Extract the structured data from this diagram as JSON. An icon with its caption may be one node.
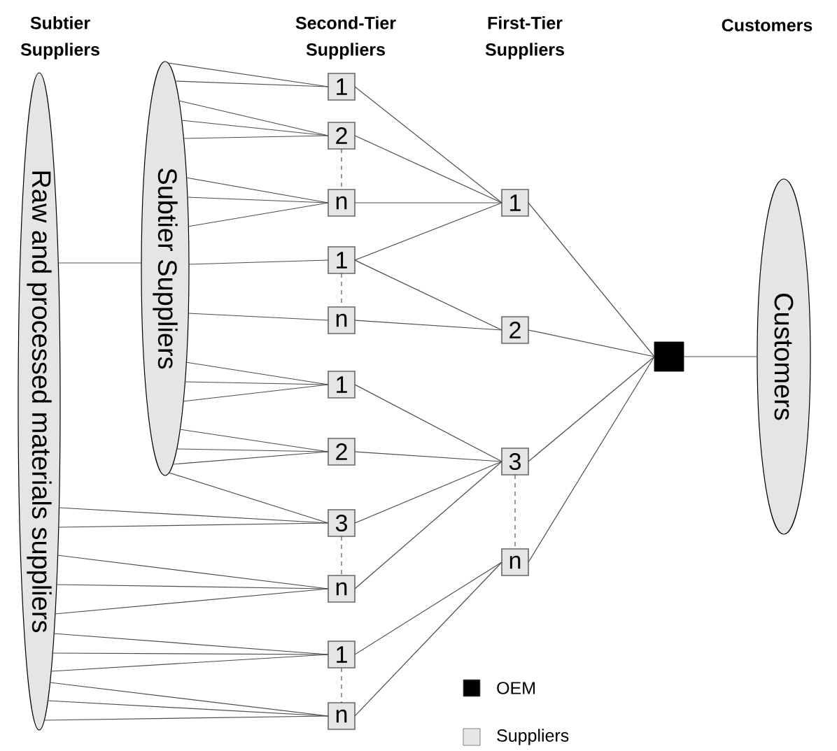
{
  "diagram": {
    "nodes": [
      {
        "text": [
          "Raw and processed materials suppliers"
        ]
      },
      {
        "text": [
          "Subtier Suppliers"
        ]
      },
      {
        "text": [
          "1"
        ]
      },
      {
        "text": [
          "2"
        ]
      },
      {
        "text": [
          "n"
        ]
      },
      {
        "text": [
          "1"
        ]
      },
      {
        "text": [
          "n"
        ]
      },
      {
        "text": [
          "1"
        ]
      },
      {
        "text": [
          "2"
        ]
      },
      {
        "text": [
          "3"
        ]
      },
      {
        "text": [
          "n"
        ]
      },
      {
        "text": [
          "1"
        ]
      },
      {
        "text": [
          "n"
        ]
      },
      {
        "text": [
          "1"
        ]
      },
      {
        "text": [
          "2"
        ]
      },
      {
        "text": [
          "3"
        ]
      },
      {
        "text": [
          "n"
        ]
      },
      {
        "text": [],
        "shape": "box"
      },
      {
        "text": [
          "Customers"
        ]
      }
    ],
    "edges": [
      {
        "from": 0,
        "to": 1,
        "arrow": "none"
      },
      {
        "from": 1,
        "to": 2,
        "arrow": "none"
      },
      {
        "from": 1,
        "to": 2,
        "arrow": "none"
      },
      {
        "from": 1,
        "to": 3,
        "arrow": "none"
      },
      {
        "from": 1,
        "to": 3,
        "arrow": "none"
      },
      {
        "from": 1,
        "to": 3,
        "arrow": "none"
      },
      {
        "from": 1,
        "to": 4,
        "arrow": "none"
      },
      {
        "from": 1,
        "to": 4,
        "arrow": "none"
      },
      {
        "from": 1,
        "to": 4,
        "arrow": "none"
      },
      {
        "from": 1,
        "to": 5,
        "arrow": "none"
      },
      {
        "from": 1,
        "to": 6,
        "arrow": "none"
      },
      {
        "from": 1,
        "to": 7,
        "arrow": "none"
      },
      {
        "from": 1,
        "to": 7,
        "arrow": "none"
      },
      {
        "from": 1,
        "to": 7,
        "arrow": "none"
      },
      {
        "from": 1,
        "to": 8,
        "arrow": "none"
      },
      {
        "from": 1,
        "to": 8,
        "arrow": "none"
      },
      {
        "from": 1,
        "to": 8,
        "arrow": "none"
      },
      {
        "from": 1,
        "to": 9,
        "arrow": "none"
      },
      {
        "from": 0,
        "to": 9,
        "arrow": "none"
      },
      {
        "from": 0,
        "to": 9,
        "arrow": "none"
      },
      {
        "from": 0,
        "to": 10,
        "arrow": "none"
      },
      {
        "from": 0,
        "to": 10,
        "arrow": "none"
      },
      {
        "from": 0,
        "to": 10,
        "arrow": "none"
      },
      {
        "from": 0,
        "to": 11,
        "arrow": "none"
      },
      {
        "from": 0,
        "to": 11,
        "arrow": "none"
      },
      {
        "from": 0,
        "to": 11,
        "arrow": "none"
      },
      {
        "from": 0,
        "to": 12,
        "arrow": "none"
      },
      {
        "from": 0,
        "to": 12,
        "arrow": "none"
      },
      {
        "from": 0,
        "to": 12,
        "arrow": "none"
      },
      {
        "from": 3,
        "to": 4,
        "arrow": "none",
        "style": "dashed"
      },
      {
        "from": 5,
        "to": 6,
        "arrow": "none",
        "style": "dashed"
      },
      {
        "from": 9,
        "to": 10,
        "arrow": "none",
        "style": "dashed"
      },
      {
        "from": 11,
        "to": 12,
        "arrow": "none",
        "style": "dashed"
      },
      {
        "from": 2,
        "to": 13,
        "arrow": "none"
      },
      {
        "from": 3,
        "to": 13,
        "arrow": "none"
      },
      {
        "from": 4,
        "to": 13,
        "arrow": "none"
      },
      {
        "from": 5,
        "to": 13,
        "arrow": "none"
      },
      {
        "from": 5,
        "to": 14,
        "arrow": "none"
      },
      {
        "from": 6,
        "to": 14,
        "arrow": "none"
      },
      {
        "from": 7,
        "to": 15,
        "arrow": "none"
      },
      {
        "from": 8,
        "to": 15,
        "arrow": "none"
      },
      {
        "from": 9,
        "to": 15,
        "arrow": "none"
      },
      {
        "from": 10,
        "to": 15,
        "arrow": "none"
      },
      {
        "from": 11,
        "to": 16,
        "arrow": "none"
      },
      {
        "from": 12,
        "to": 16,
        "arrow": "none"
      },
      {
        "from": 15,
        "to": 16,
        "arrow": "none",
        "style": "dashed"
      },
      {
        "from": 13,
        "to": 17,
        "arrow": "none"
      },
      {
        "from": 14,
        "to": 17,
        "arrow": "none"
      },
      {
        "from": 15,
        "to": 17,
        "arrow": "none"
      },
      {
        "from": 16,
        "to": 17,
        "arrow": "none"
      },
      {
        "from": 17,
        "to": 18,
        "arrow": "none"
      }
    ],
    "labels": [
      "Subtier Suppliers",
      "Second-Tier Suppliers",
      "First-Tier Suppliers",
      "Customers"
    ],
    "legend": [
      {
        "text": "OEM",
        "color": "#000000"
      },
      {
        "text": "Suppliers",
        "color": "#e6e6e6"
      }
    ]
  }
}
